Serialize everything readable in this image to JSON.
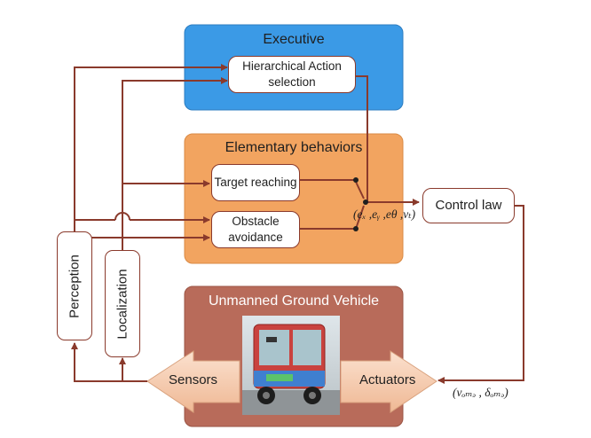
{
  "regions": {
    "executive": {
      "title": "Executive",
      "color": "#3b9ae6"
    },
    "elementary": {
      "title": "Elementary behaviors",
      "color": "#f2a460"
    },
    "ugv": {
      "title": "Unmanned Ground Vehicle",
      "color": "#b86b5a"
    }
  },
  "nodes": {
    "hierarchical_action_selection": "Hierarchical Action selection",
    "target_reaching": "Target reaching",
    "obstacle_avoidance": "Obstacle avoidance",
    "control_law": "Control law",
    "perception": "Perception",
    "localization": "Localization",
    "sensors": "Sensors",
    "actuators": "Actuators"
  },
  "signals": {
    "errors": "(eₓ ,eᵧ ,eθ ,vₜ)",
    "commands": "(vₒₘₔ , δₒₘₔ)"
  },
  "colors": {
    "connector": "#8a3a2c",
    "sensor_arrow": "#f3c6a8"
  }
}
